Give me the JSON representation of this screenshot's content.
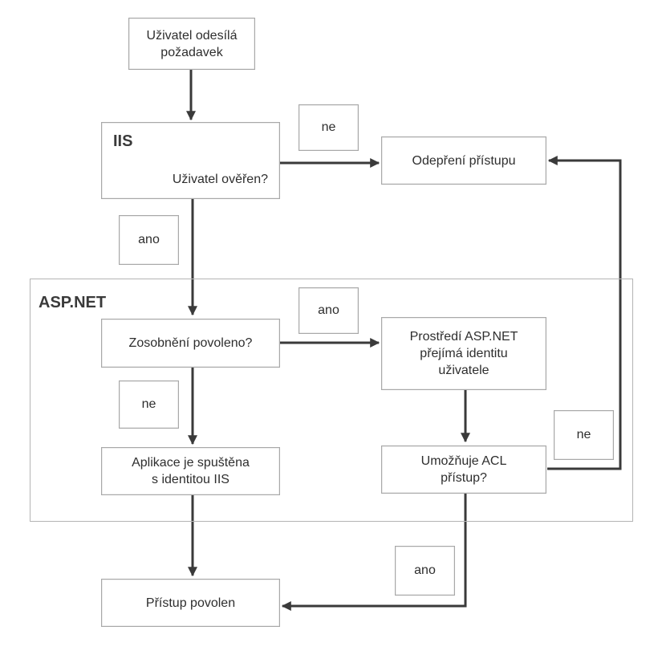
{
  "diagram": {
    "nodes": {
      "start": "Uživatel odesílá\npožadavek",
      "iis_title": "IIS",
      "iis_question": "Uživatel ověřen?",
      "deny": "Odepření přístupu",
      "impersonation": "Zosobnění povoleno?",
      "aspnet_identity": "Prostředí ASP.NET\npřejímá identitu\nuživatele",
      "app_iis_identity": "Aplikace je spuštěna\ns identitou IIS",
      "acl_check": "Umožňuje ACL\npřístup?",
      "granted": "Přístup povolen"
    },
    "region_label": "ASP.NET",
    "edge_labels": {
      "iis_no": "ne",
      "iis_yes": "ano",
      "impersonation_yes": "ano",
      "impersonation_no": "ne",
      "acl_no": "ne",
      "acl_yes": "ano"
    },
    "colors": {
      "arrow": "#3a3a3a",
      "box_border": "#a8a8a8",
      "text": "#2e2e2e"
    }
  }
}
